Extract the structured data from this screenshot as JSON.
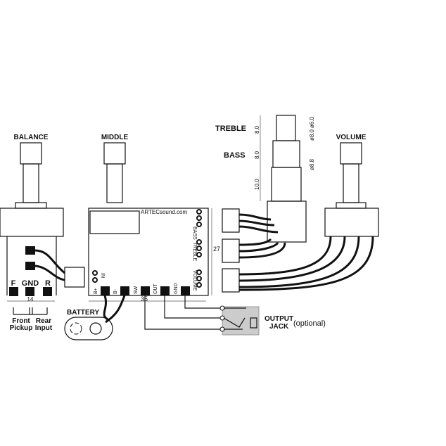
{
  "pots": {
    "balance": "BALANCE",
    "middle": "MIDDLE",
    "volume": "VOLUME",
    "treble": "TREBLE",
    "bass": "BASS"
  },
  "dimensions": {
    "treble_len": "8.0",
    "bass_len": "8.0",
    "base_len": "10.0",
    "d1": "ø6.0",
    "d2": "ø8.0",
    "d3": "ø8.8",
    "board_width": "35",
    "board_height": "27",
    "pickup_width": "14"
  },
  "board": {
    "brand": "ARTECsound.com",
    "right_pads": [
      "BASS",
      "TREBLE",
      "VOLUME"
    ],
    "in_label": "IN",
    "bottom_pads": [
      "B+",
      "B-",
      "SW",
      "OUT",
      "GND"
    ]
  },
  "pickup_board": {
    "pads": [
      "F",
      "GND",
      "R"
    ],
    "front_label": [
      "Front",
      "Pickup"
    ],
    "rear_label": [
      "Rear",
      "Input"
    ]
  },
  "battery": "BATTERY",
  "output": {
    "label_line1": "OUTPUT",
    "label_line2": "JACK",
    "optional": "(optional)"
  }
}
